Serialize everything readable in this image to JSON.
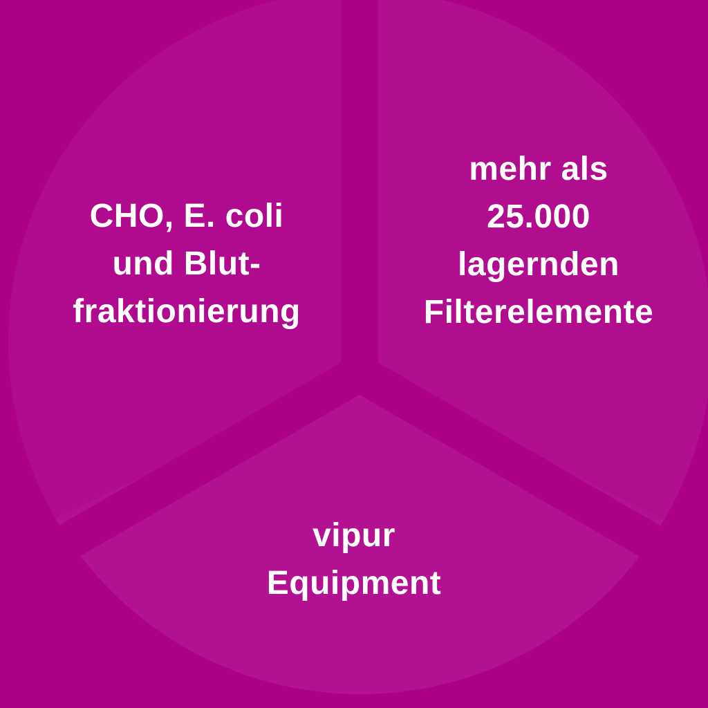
{
  "colors": {
    "background": "#ad0089",
    "text": "#ffffff",
    "segment_tint_left": "rgba(255,255,255,0.045)",
    "segment_tint_right": "rgba(255,255,255,0.055)",
    "segment_tint_bottom": "rgba(255,255,255,0.07)"
  },
  "wheel": {
    "segment_count": "3"
  },
  "segments": {
    "left": {
      "lines": [
        "CHO, E. coli",
        "und Blut-",
        "fraktionierung"
      ]
    },
    "right": {
      "lines": [
        "mehr als",
        "25.000",
        "lagernden",
        "Filterelemente"
      ]
    },
    "bottom": {
      "lines": [
        "vipur",
        "Equipment"
      ]
    }
  }
}
